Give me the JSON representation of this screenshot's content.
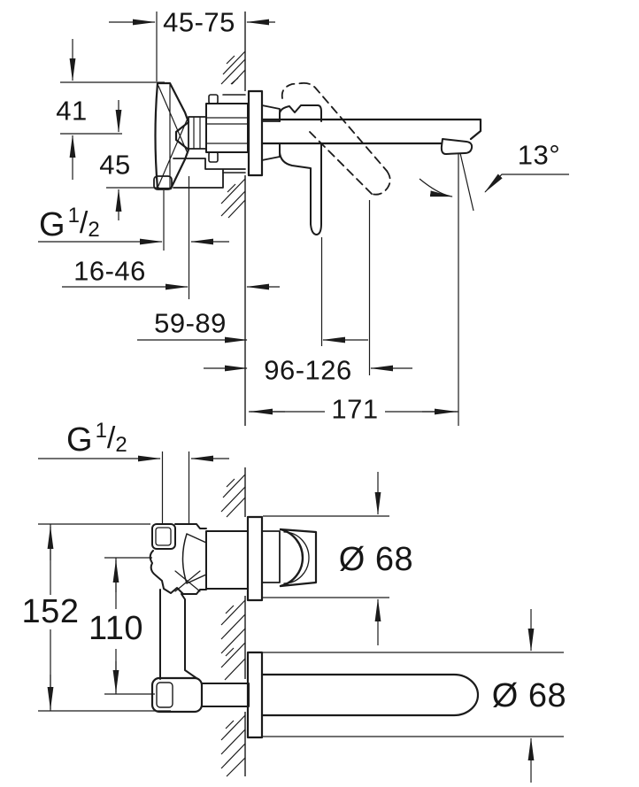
{
  "document": {
    "title": "Wall-mounted basin mixer installation drawing",
    "background_color": "#ffffff",
    "line_color": "#1b1b1b",
    "views": [
      "side section view",
      "top plan view"
    ]
  },
  "dimensions": {
    "side_view": [
      {
        "id": "rough-in-depth-range",
        "label": "45-75"
      },
      {
        "id": "height-above-spout-axis",
        "label": "41"
      },
      {
        "id": "height-below-spout-axis",
        "label": "45"
      },
      {
        "id": "supply-thread",
        "label": "G 1/2"
      },
      {
        "id": "depth-range-inner",
        "label": "16-46"
      },
      {
        "id": "handle-depth-range",
        "label": "59-89"
      },
      {
        "id": "lever-depth-range",
        "label": "96-126"
      },
      {
        "id": "spout-projection",
        "label": "171"
      },
      {
        "id": "spout-outlet-angle",
        "label": "13°"
      }
    ],
    "top_view": [
      {
        "id": "supply-thread",
        "label": "G 1/2"
      },
      {
        "id": "handle-escutcheon-diameter",
        "label": "Ø 68"
      },
      {
        "id": "body-overall-height",
        "label": "152"
      },
      {
        "id": "connection-spacing",
        "label": "110"
      },
      {
        "id": "spout-escutcheon-diameter",
        "label": "Ø 68"
      }
    ]
  },
  "labels": {
    "d45_75": "45-75",
    "d41": "41",
    "d45": "45",
    "d16_46": "16-46",
    "d59_89": "59-89",
    "d96_126": "96-126",
    "d171": "171",
    "d13": "13°",
    "d68_top": "Ø 68",
    "d68_bottom": "Ø 68",
    "d152": "152",
    "d110": "110",
    "g_base": "G",
    "g_num": "1",
    "g_slash": "/",
    "g_den": "2"
  }
}
